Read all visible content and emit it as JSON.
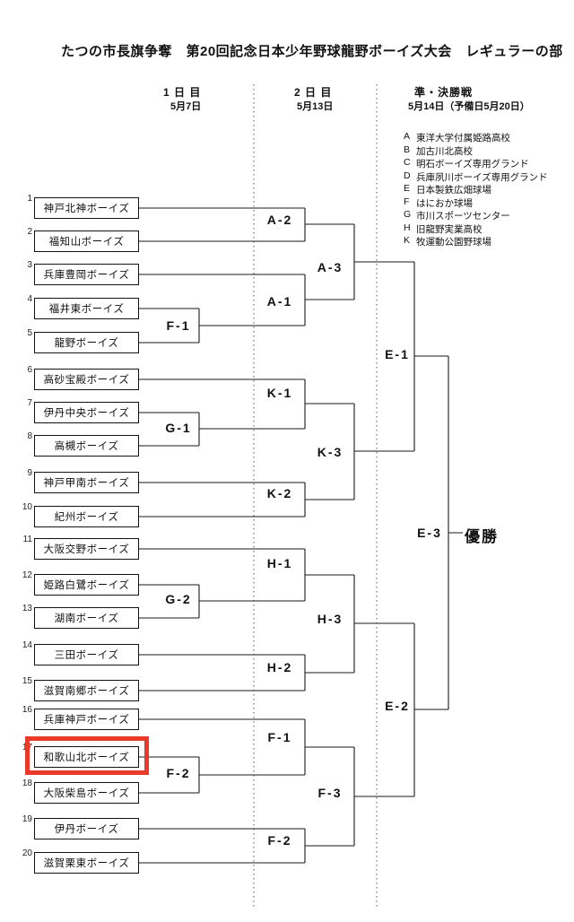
{
  "title": "たつの市長旗争奪　第20回記念日本少年野球龍野ボーイズ大会　レギュラーの部",
  "columns": [
    {
      "label": "1 日 目",
      "date": "5月7日"
    },
    {
      "label": "2 日 目",
      "date": "5月13日"
    },
    {
      "label": "準・決勝戦",
      "date": "5月14日（予備日5月20日）"
    }
  ],
  "venues": [
    {
      "code": "A",
      "name": "東洋大学付属姫路高校"
    },
    {
      "code": "B",
      "name": "加古川北高校"
    },
    {
      "code": "C",
      "name": "明石ボーイズ専用グランド"
    },
    {
      "code": "D",
      "name": "兵庫夙川ボーイズ専用グランド"
    },
    {
      "code": "E",
      "name": "日本製鉄広畑球場"
    },
    {
      "code": "F",
      "name": "はにおか球場"
    },
    {
      "code": "G",
      "name": "市川スポーツセンター"
    },
    {
      "code": "H",
      "name": "旧龍野実業高校"
    },
    {
      "code": "K",
      "name": "牧運動公園野球場"
    }
  ],
  "teams": [
    {
      "seed": "1",
      "name": "神戸北神ボーイズ"
    },
    {
      "seed": "2",
      "name": "福知山ボーイズ"
    },
    {
      "seed": "3",
      "name": "兵庫豊岡ボーイズ"
    },
    {
      "seed": "4",
      "name": "福井東ボーイズ"
    },
    {
      "seed": "5",
      "name": "龍野ボーイズ"
    },
    {
      "seed": "6",
      "name": "高砂宝殿ボーイズ"
    },
    {
      "seed": "7",
      "name": "伊丹中央ボーイズ"
    },
    {
      "seed": "8",
      "name": "高槻ボーイズ"
    },
    {
      "seed": "9",
      "name": "神戸甲南ボーイズ"
    },
    {
      "seed": "10",
      "name": "紀州ボーイズ"
    },
    {
      "seed": "11",
      "name": "大阪交野ボーイズ"
    },
    {
      "seed": "12",
      "name": "姫路白鷺ボーイズ"
    },
    {
      "seed": "13",
      "name": "湖南ボーイズ"
    },
    {
      "seed": "14",
      "name": "三田ボーイズ"
    },
    {
      "seed": "15",
      "name": "滋賀南郷ボーイズ"
    },
    {
      "seed": "16",
      "name": "兵庫神戸ボーイズ"
    },
    {
      "seed": "17",
      "name": "和歌山北ボーイズ"
    },
    {
      "seed": "18",
      "name": "大阪柴島ボーイズ"
    },
    {
      "seed": "19",
      "name": "伊丹ボーイズ"
    },
    {
      "seed": "20",
      "name": "滋賀栗東ボーイズ"
    }
  ],
  "games": {
    "f1r1": "F-1",
    "g1": "G-1",
    "g2": "G-2",
    "f2r1": "F-2",
    "a2": "A-2",
    "a1": "A-1",
    "a3": "A-3",
    "k1": "K-1",
    "k2": "K-2",
    "k3": "K-3",
    "h1": "H-1",
    "h2": "H-2",
    "h3": "H-3",
    "f1d2": "F-1",
    "f2d2": "F-2",
    "f3": "F-3",
    "e1": "E-1",
    "e2": "E-2",
    "e3": "E-3"
  },
  "champion_label": "優勝",
  "highlight": {
    "team_seed": "17",
    "color": "#e8392b"
  }
}
